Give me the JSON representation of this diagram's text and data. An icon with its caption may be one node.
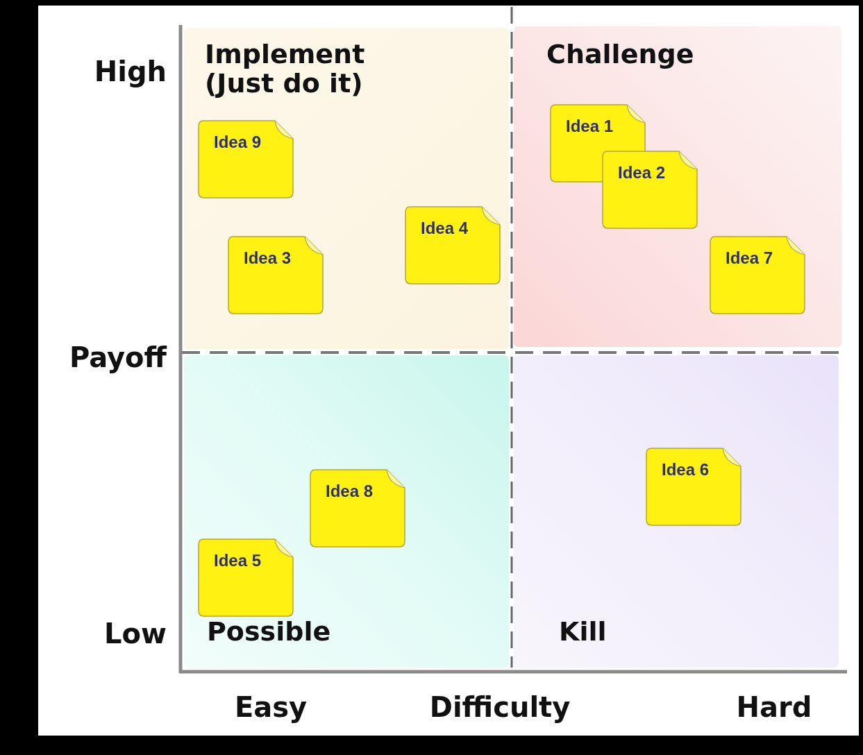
{
  "diagram": {
    "nodes": [
      {
        "text": [
          "Implement (Just do it)"
        ]
      },
      {
        "text": [
          "Idea 9"
        ],
        "in": 0
      },
      {
        "text": [
          "Idea 3"
        ],
        "in": 0
      },
      {
        "text": [
          "Idea 4"
        ],
        "in": 0
      },
      {
        "text": [
          "Challenge"
        ]
      },
      {
        "text": [
          "Idea 1"
        ],
        "in": 4
      },
      {
        "text": [
          "Idea 2"
        ],
        "in": 4
      },
      {
        "text": [
          "Idea 7"
        ],
        "in": 4
      },
      {
        "text": [
          "Possible"
        ]
      },
      {
        "text": [
          "Idea 8"
        ],
        "in": 8
      },
      {
        "text": [
          "Idea 5"
        ],
        "in": 8
      },
      {
        "text": [
          "Kill"
        ]
      },
      {
        "text": [
          "Idea 6"
        ],
        "in": 11
      }
    ],
    "edges": [],
    "labels": [
      "High",
      "Payoff",
      "Low",
      "Easy",
      "Difficulty",
      "Hard"
    ]
  }
}
